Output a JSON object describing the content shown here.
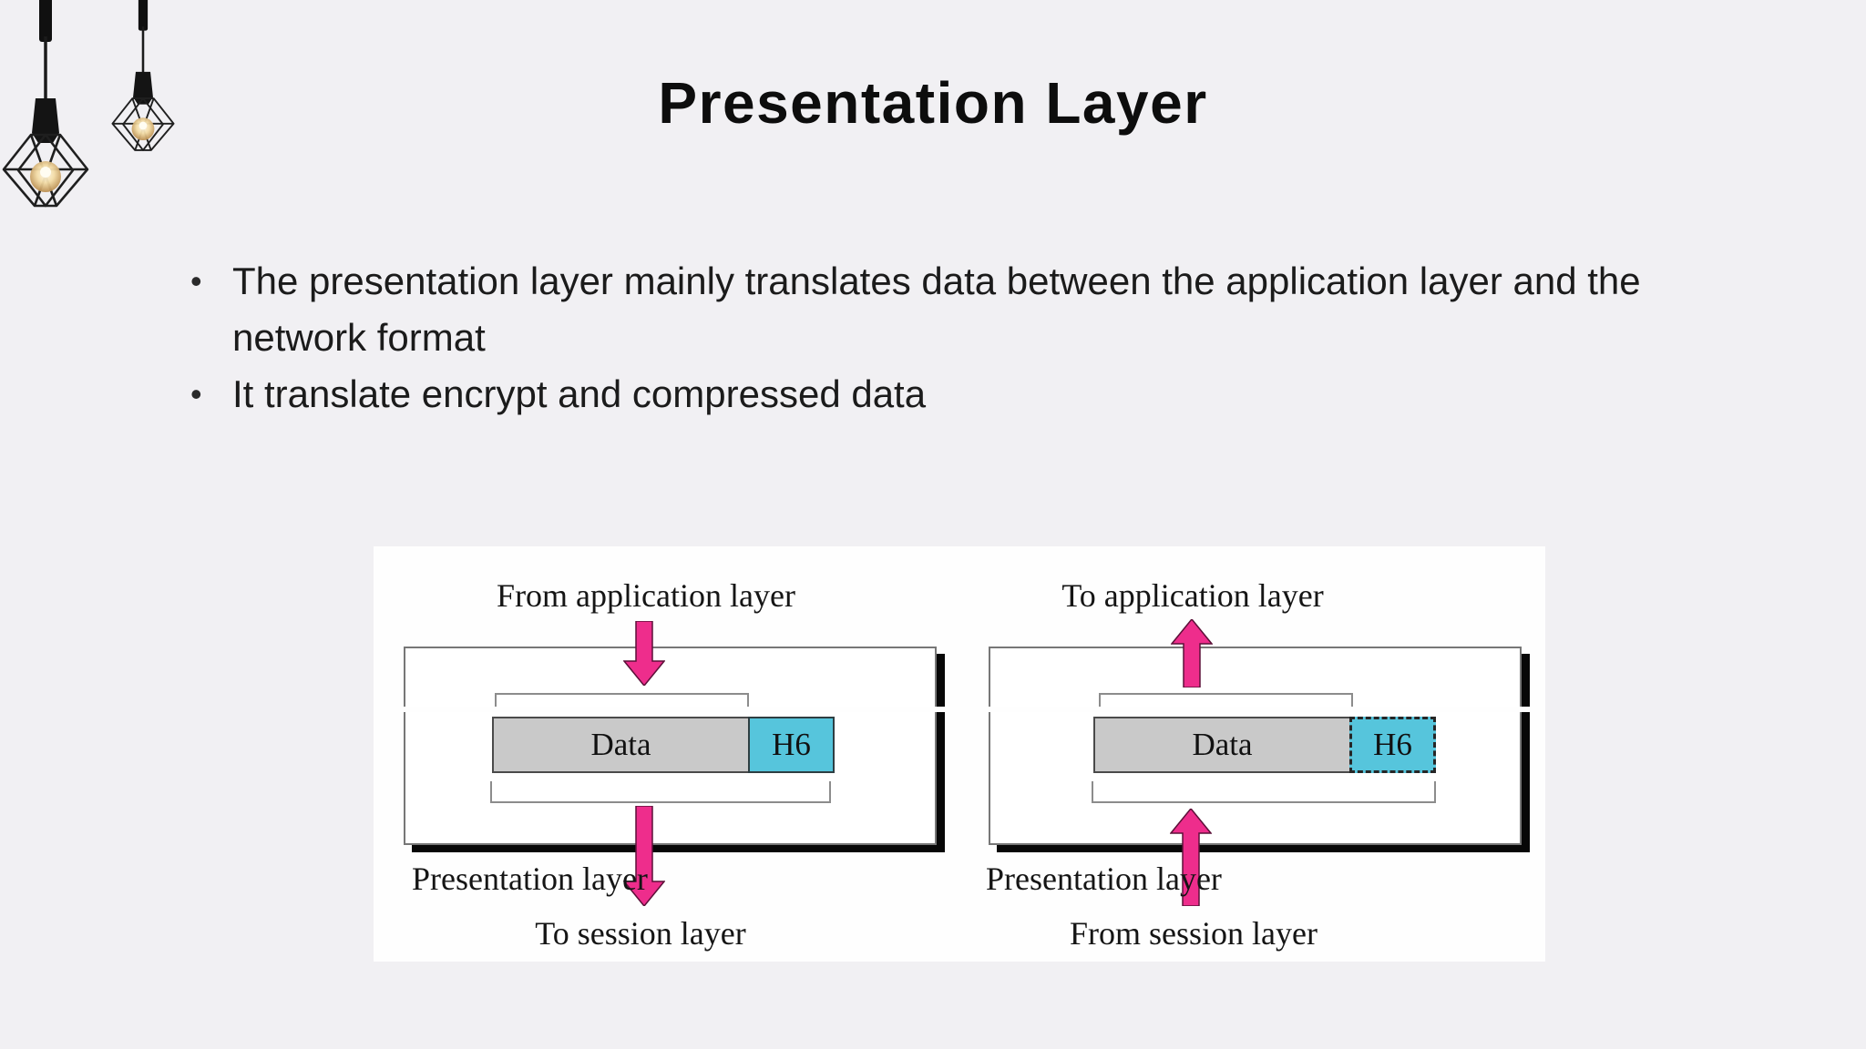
{
  "slide": {
    "title": "Presentation Layer",
    "bullets": [
      "The presentation layer mainly translates data between the application layer and the network format",
      "It translate encrypt and compressed data"
    ]
  },
  "figure": {
    "left": {
      "top_label": "From application layer",
      "data_label": "Data",
      "header_label": "H6",
      "layer_label": "Presentation layer",
      "bottom_label": "To session layer",
      "flow_direction": "down"
    },
    "right": {
      "top_label": "To application layer",
      "data_label": "Data",
      "header_label": "H6",
      "layer_label": "Presentation layer",
      "bottom_label": "From session layer",
      "flow_direction": "up"
    },
    "colors": {
      "arrow_pink": "#ee2d8c",
      "header_cyan": "#56c5dc",
      "data_gray": "#c9c9c9",
      "box_shadow": "#070707"
    }
  }
}
